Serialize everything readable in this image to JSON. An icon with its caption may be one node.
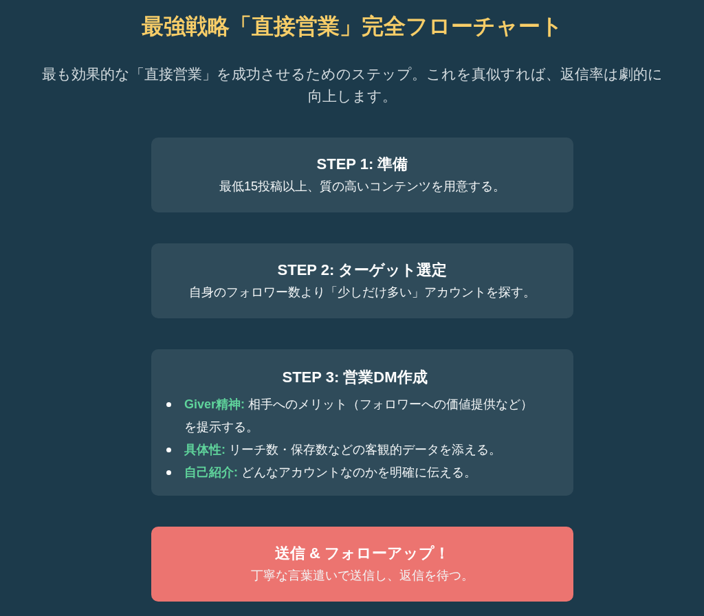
{
  "diagram": {
    "title": "最強戦略「直接営業」完全フローチャート",
    "nodes": [
      {
        "text": [
          "STEP 1: 準備",
          "最低15投稿以上、質の高いコンテンツを用意する。"
        ]
      },
      {
        "text": [
          "STEP 2: ターゲット選定",
          "自身のフォロワー数より「少しだけ多い」アカウントを探す。"
        ]
      },
      {
        "text": [
          "STEP 3: 営業DM作成",
          "**Giver精神:** 相手へのメリット（フォロワーへの価値提供など）を提示する。",
          "**具体性:** リーチ数・保存数などの客観的データを添える。",
          "**自己紹介:** どんなアカウントなのかを明確に伝える。"
        ]
      },
      {
        "text": [
          "送信 & フォローアップ！",
          "丁寧な言葉遣いで送信し、返信を待つ。"
        ]
      }
    ],
    "labels": [
      "最も効果的な「直接営業」を成功させるためのステップ。これを真似すれば、返信率は劇的に向上します。"
    ]
  }
}
